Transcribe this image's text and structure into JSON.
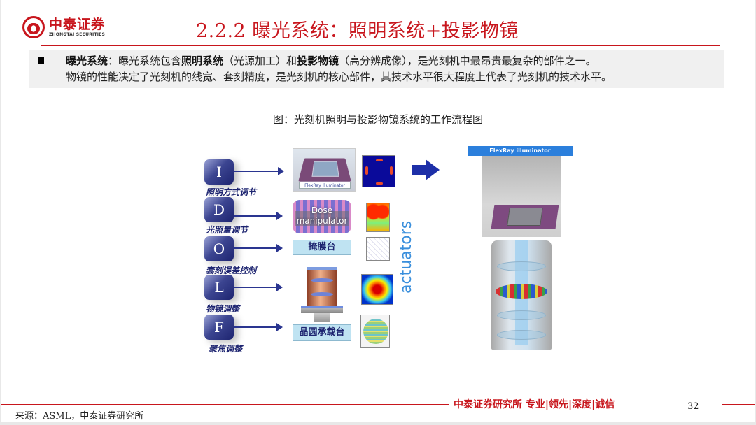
{
  "header": {
    "logo_cn": "中泰证券",
    "logo_en": "ZHONGTAI SECURITIES",
    "title": "2.2.2 曝光系统：照明系统+投影物镜"
  },
  "summary": {
    "bullet_icon": "square-bullet",
    "lead": "曝光系统",
    "line1_a": "：曝光系统包含",
    "line1_b": "照明系统",
    "line1_c": "（光源加工）和",
    "line1_d": "投影物镜",
    "line1_e": "（高分辨成像），是光刻机中最昂贵最复杂的部件之一。",
    "line2": "物镜的性能决定了光刻机的线宽、套刻精度，是光刻机的核心部件，其技术水平很大程度上代表了光刻机的技术水平。"
  },
  "figure": {
    "title": "图：光刻机照明与投影物镜系统的工作流程图",
    "controls": [
      {
        "key": "I",
        "label": "照明方式调节"
      },
      {
        "key": "D",
        "label": "光照量调节"
      },
      {
        "key": "O",
        "label": "套刻误差控制"
      },
      {
        "key": "L",
        "label": "物镜调整"
      },
      {
        "key": "F",
        "label": "聚焦调整"
      }
    ],
    "components": {
      "illuminator_caption": "FlexRay illuminator",
      "dose_line1": "Dose",
      "dose_line2": "manipulator",
      "reticle_stage": "掩膜台",
      "wafer_stage": "晶圆承载台"
    },
    "actuators_label": "actuators",
    "render_header": "FlexRay illuminator",
    "colors": {
      "key_blue": "#2a3590",
      "accent_blue": "#2b7fdc",
      "box_fill": "#bfe3f2"
    }
  },
  "footer": {
    "brand": "中泰证券研究所 专业|领先|深度|诚信",
    "page_number": "32",
    "source": "来源：ASML，中泰证券研究所"
  },
  "theme": {
    "brand_red": "#c8161d"
  }
}
